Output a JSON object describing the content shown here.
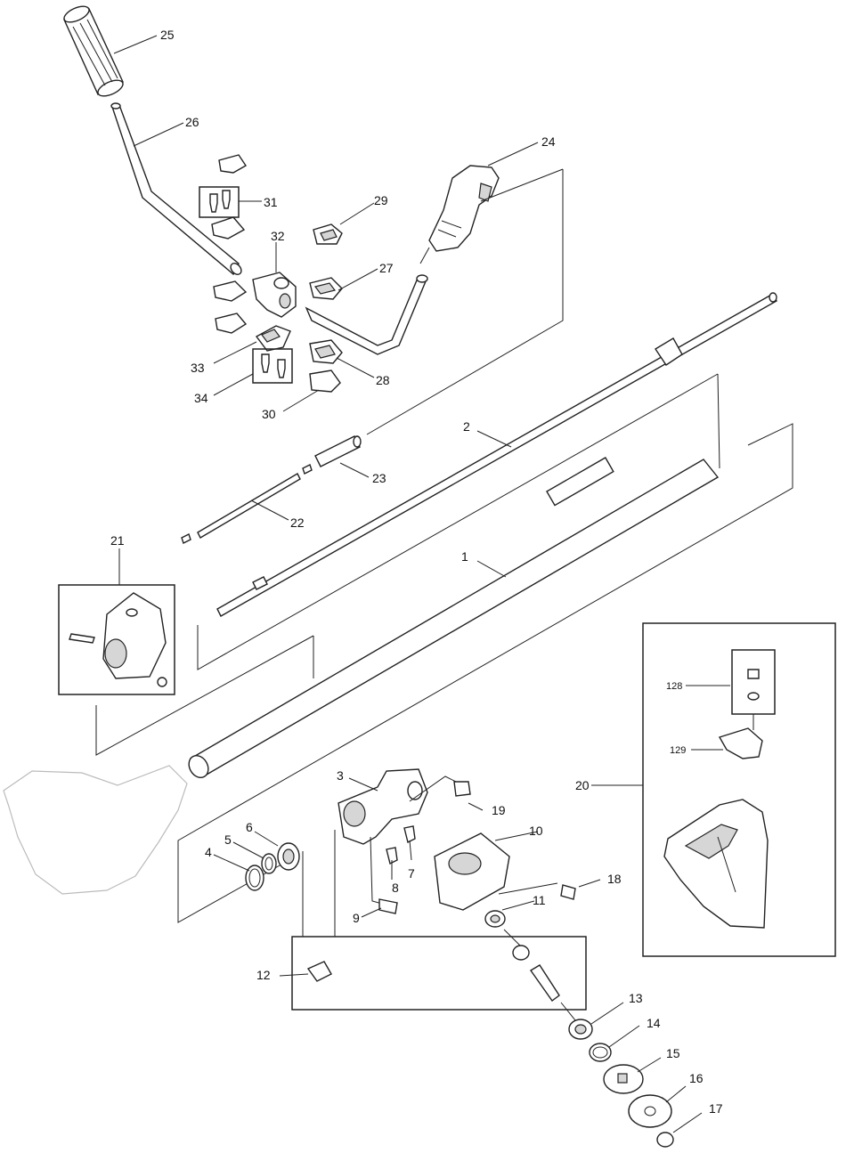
{
  "labels": {
    "l1": "1",
    "l2": "2",
    "l3": "3",
    "l4": "4",
    "l5": "5",
    "l6": "6",
    "l7": "7",
    "l8": "8",
    "l9": "9",
    "l10": "10",
    "l11": "11",
    "l12": "12",
    "l13": "13",
    "l14": "14",
    "l15": "15",
    "l16": "16",
    "l17": "17",
    "l18": "18",
    "l19": "19",
    "l20": "20",
    "l21": "21",
    "l22": "22",
    "l23": "23",
    "l24": "24",
    "l25": "25",
    "l26": "26",
    "l27": "27",
    "l28": "28",
    "l29": "29",
    "l30": "30",
    "l31": "31",
    "l32": "32",
    "l33": "33",
    "l34": "34",
    "l128": "128",
    "l129": "129"
  },
  "colors": {
    "line": "#222222",
    "shade": "#d6d6d6",
    "background": "#ffffff"
  }
}
